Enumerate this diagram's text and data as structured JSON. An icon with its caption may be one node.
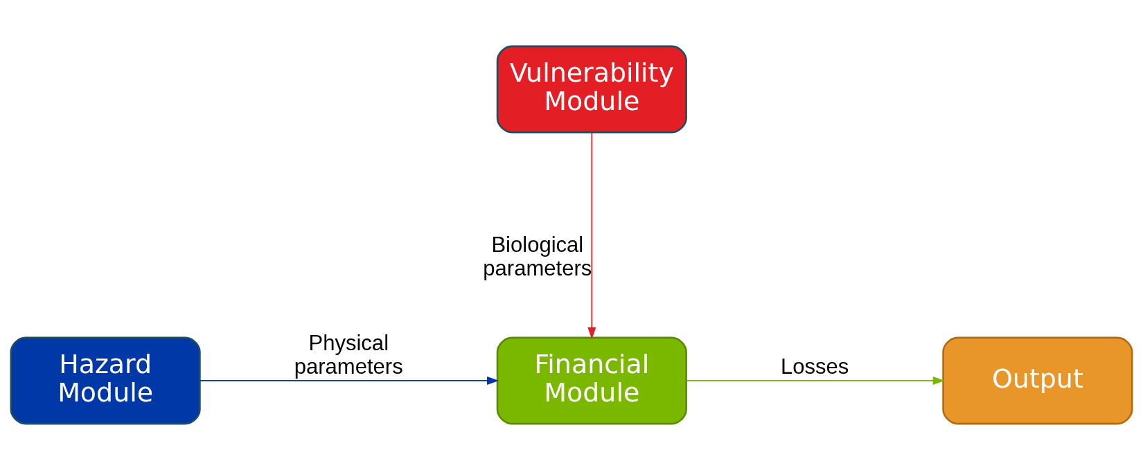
{
  "diagram": {
    "nodes": [
      {
        "text": [
          "Vulnerability Module"
        ]
      },
      {
        "text": [
          "Hazard Module"
        ]
      },
      {
        "text": [
          "Financial Module"
        ]
      },
      {
        "text": [
          "Output"
        ]
      }
    ],
    "edges": [
      {
        "from": 0,
        "to": 2,
        "arrow": "to",
        "label": "Biological parameters",
        "color": "#e31e24"
      },
      {
        "from": 1,
        "to": 2,
        "arrow": "to",
        "label": "Physical parameters",
        "color": "#0038a8"
      },
      {
        "from": 2,
        "to": 3,
        "arrow": "to",
        "label": "Losses",
        "color": "#7ab800"
      }
    ]
  }
}
